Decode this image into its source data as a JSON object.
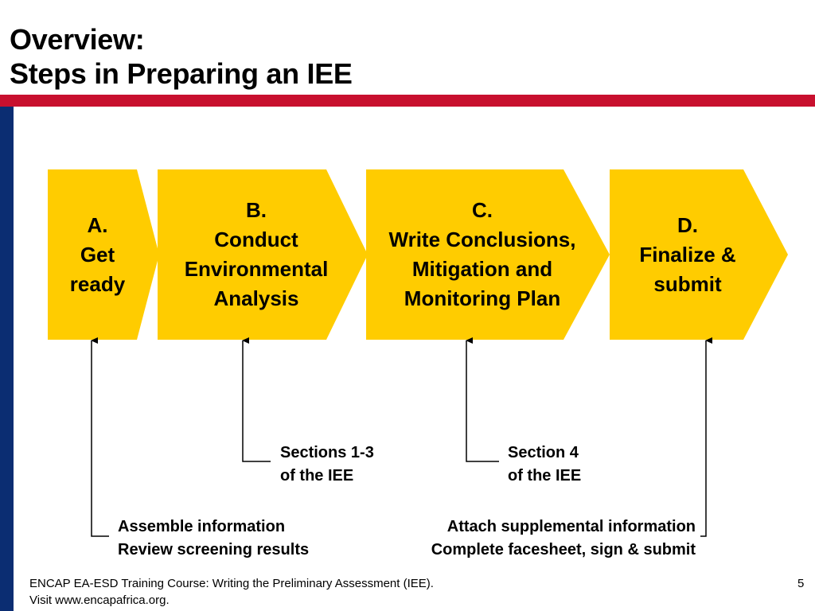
{
  "slide": {
    "title_line1": "Overview:",
    "title_line2": "Steps in Preparing an IEE",
    "colors": {
      "accent_red": "#c8102e",
      "accent_blue": "#0b2d72",
      "step_fill": "#ffcc00"
    }
  },
  "steps": [
    {
      "lines": [
        "A.",
        "Get",
        "ready"
      ]
    },
    {
      "lines": [
        "B.",
        "Conduct",
        "Environmental",
        "Analysis"
      ]
    },
    {
      "lines": [
        "C.",
        "Write Conclusions,",
        "Mitigation and",
        "Monitoring Plan"
      ]
    },
    {
      "lines": [
        "D.",
        "Finalize &",
        "submit"
      ]
    }
  ],
  "notes": {
    "b": {
      "line1": "Sections 1-3",
      "line2": "of the IEE"
    },
    "c": {
      "line1": "Section 4",
      "line2": "of the IEE"
    },
    "a": {
      "line1": "Assemble information",
      "line2": "Review screening results"
    },
    "d": {
      "line1": "Attach supplemental information",
      "line2": "Complete facesheet, sign & submit"
    }
  },
  "footer": {
    "line1": "ENCAP EA-ESD Training Course: Writing the Preliminary Assessment (IEE).",
    "line2": "Visit www.encapafrica.org.",
    "page_number": "5"
  }
}
